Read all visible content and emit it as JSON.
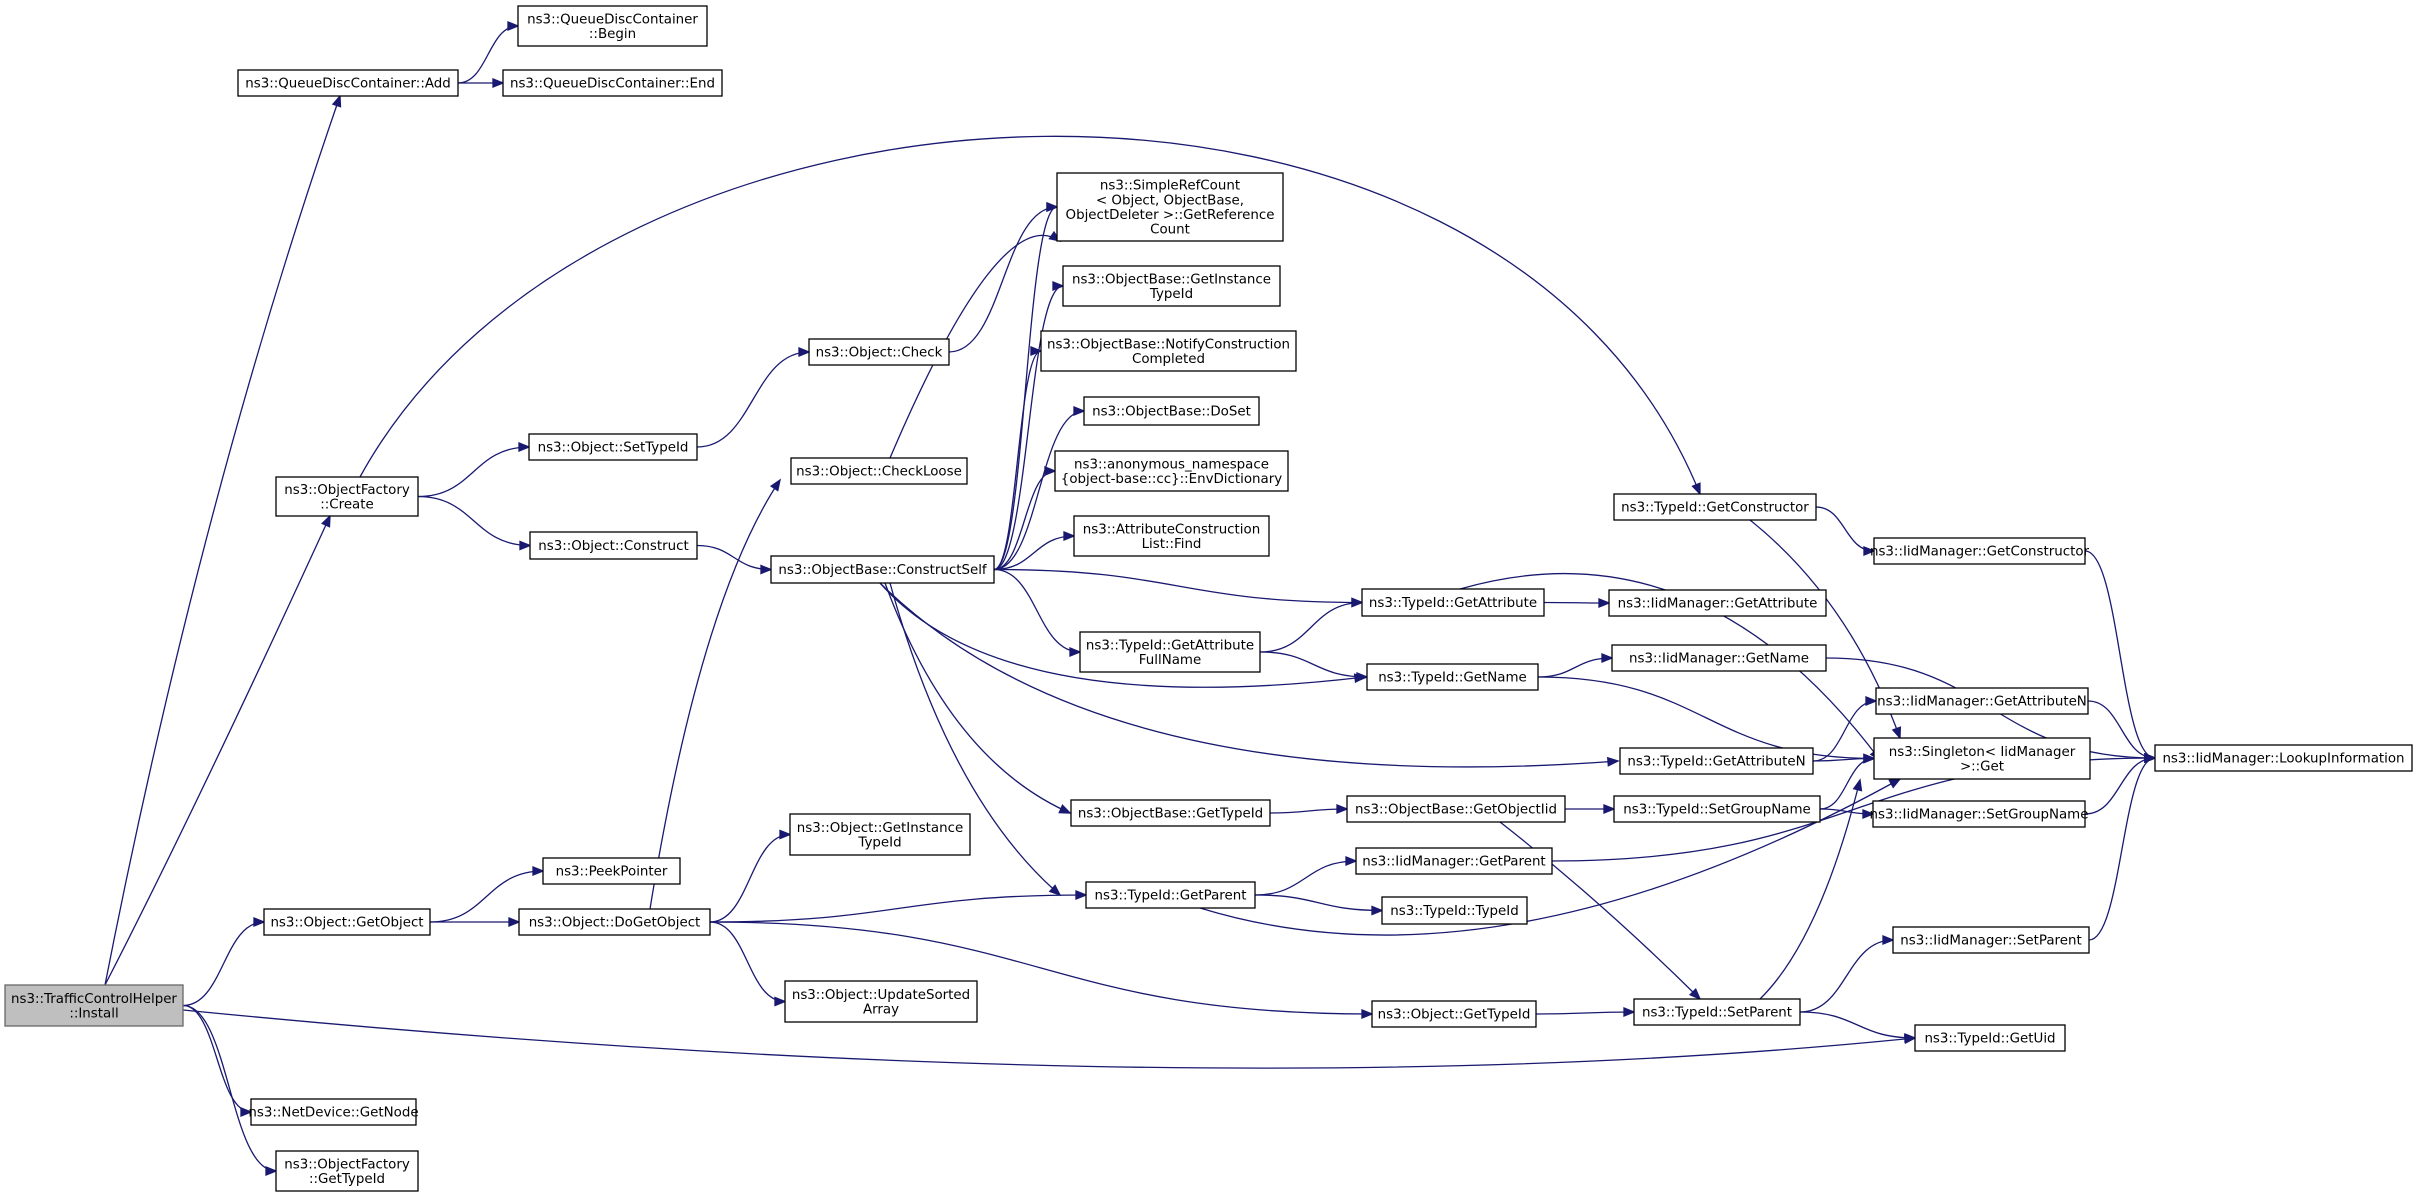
{
  "graph": {
    "nodes": {
      "n0": {
        "label": [
          "ns3::TrafficControlHelper",
          "::Install"
        ],
        "root": true
      },
      "n1": {
        "label": [
          "ns3::QueueDiscContainer::Add"
        ]
      },
      "n2": {
        "label": [
          "ns3::QueueDiscContainer",
          "::Begin"
        ]
      },
      "n3": {
        "label": [
          "ns3::QueueDiscContainer::End"
        ]
      },
      "n4": {
        "label": [
          "ns3::ObjectFactory",
          "::Create"
        ]
      },
      "n5": {
        "label": [
          "ns3::Object::Construct"
        ]
      },
      "n6": {
        "label": [
          "ns3::ObjectBase::ConstructSelf"
        ]
      },
      "n7": {
        "label": [
          "ns3::anonymous_namespace",
          "{object-base::cc}::EnvDictionary"
        ]
      },
      "n8": {
        "label": [
          "ns3::AttributeConstruction",
          "List::Find"
        ]
      },
      "n9": {
        "label": [
          "ns3::ObjectBase::DoSet"
        ]
      },
      "n10": {
        "label": [
          "ns3::ObjectBase::GetInstance",
          "TypeId"
        ]
      },
      "n11": {
        "label": [
          "ns3::ObjectBase::GetTypeId"
        ]
      },
      "n12": {
        "label": [
          "ns3::ObjectBase::GetObjectIid"
        ]
      },
      "n13": {
        "label": [
          "ns3::TypeId::SetGroupName"
        ]
      },
      "n14": {
        "label": [
          "ns3::IidManager::SetGroupName"
        ]
      },
      "n15": {
        "label": [
          "ns3::IidManager::LookupInformation"
        ]
      },
      "n16": {
        "label": [
          "ns3::Singleton< IidManager",
          ">::Get"
        ]
      },
      "n17": {
        "label": [
          "ns3::TypeId::SetParent"
        ]
      },
      "n18": {
        "label": [
          "ns3::TypeId::GetUid"
        ]
      },
      "n19": {
        "label": [
          "ns3::IidManager::SetParent"
        ]
      },
      "n20": {
        "label": [
          "ns3::ObjectBase::NotifyConstruction",
          "Completed"
        ]
      },
      "n21": {
        "label": [
          "ns3::SimpleRefCount",
          "< Object, ObjectBase,",
          "ObjectDeleter >::GetReference",
          "Count"
        ]
      },
      "n22": {
        "label": [
          "ns3::TypeId::GetAttribute"
        ]
      },
      "n23": {
        "label": [
          "ns3::IidManager::GetAttribute"
        ]
      },
      "n24": {
        "label": [
          "ns3::TypeId::GetAttribute",
          "FullName"
        ]
      },
      "n25": {
        "label": [
          "ns3::TypeId::GetName"
        ]
      },
      "n26": {
        "label": [
          "ns3::IidManager::GetName"
        ]
      },
      "n27": {
        "label": [
          "ns3::TypeId::GetAttributeN"
        ]
      },
      "n28": {
        "label": [
          "ns3::IidManager::GetAttributeN"
        ]
      },
      "n29": {
        "label": [
          "ns3::TypeId::GetParent"
        ]
      },
      "n30": {
        "label": [
          "ns3::IidManager::GetParent"
        ]
      },
      "n31": {
        "label": [
          "ns3::TypeId::TypeId"
        ]
      },
      "n32": {
        "label": [
          "ns3::Object::SetTypeId"
        ]
      },
      "n33": {
        "label": [
          "ns3::Object::Check"
        ]
      },
      "n34": {
        "label": [
          "ns3::TypeId::GetConstructor"
        ]
      },
      "n35": {
        "label": [
          "ns3::IidManager::GetConstructor"
        ]
      },
      "n36": {
        "label": [
          "ns3::Object::GetObject"
        ]
      },
      "n37": {
        "label": [
          "ns3::Object::DoGetObject"
        ]
      },
      "n38": {
        "label": [
          "ns3::Object::CheckLoose"
        ]
      },
      "n39": {
        "label": [
          "ns3::Object::GetInstance",
          "TypeId"
        ]
      },
      "n40": {
        "label": [
          "ns3::Object::GetTypeId"
        ]
      },
      "n41": {
        "label": [
          "ns3::Object::UpdateSorted",
          "Array"
        ]
      },
      "n42": {
        "label": [
          "ns3::PeekPointer"
        ]
      },
      "n43": {
        "label": [
          "ns3::NetDevice::GetNode"
        ]
      },
      "n44": {
        "label": [
          "ns3::ObjectFactory",
          "::GetTypeId"
        ]
      }
    },
    "edges": [
      [
        "n0",
        "n1"
      ],
      [
        "n1",
        "n2"
      ],
      [
        "n1",
        "n3"
      ],
      [
        "n0",
        "n4"
      ],
      [
        "n4",
        "n5"
      ],
      [
        "n5",
        "n6"
      ],
      [
        "n6",
        "n7"
      ],
      [
        "n6",
        "n8"
      ],
      [
        "n6",
        "n9"
      ],
      [
        "n6",
        "n10"
      ],
      [
        "n6",
        "n11"
      ],
      [
        "n11",
        "n12"
      ],
      [
        "n12",
        "n13"
      ],
      [
        "n13",
        "n14"
      ],
      [
        "n14",
        "n15"
      ],
      [
        "n13",
        "n16"
      ],
      [
        "n12",
        "n17"
      ],
      [
        "n17",
        "n18"
      ],
      [
        "n17",
        "n19"
      ],
      [
        "n19",
        "n15"
      ],
      [
        "n17",
        "n16"
      ],
      [
        "n6",
        "n20"
      ],
      [
        "n6",
        "n21"
      ],
      [
        "n6",
        "n22"
      ],
      [
        "n22",
        "n23"
      ],
      [
        "n22",
        "n16"
      ],
      [
        "n6",
        "n24"
      ],
      [
        "n24",
        "n22"
      ],
      [
        "n24",
        "n25"
      ],
      [
        "n25",
        "n26"
      ],
      [
        "n26",
        "n15"
      ],
      [
        "n25",
        "n16"
      ],
      [
        "n6",
        "n25"
      ],
      [
        "n6",
        "n27"
      ],
      [
        "n27",
        "n28"
      ],
      [
        "n28",
        "n15"
      ],
      [
        "n27",
        "n16"
      ],
      [
        "n6",
        "n29"
      ],
      [
        "n29",
        "n30"
      ],
      [
        "n30",
        "n15"
      ],
      [
        "n29",
        "n31"
      ],
      [
        "n29",
        "n16"
      ],
      [
        "n4",
        "n32"
      ],
      [
        "n32",
        "n33"
      ],
      [
        "n33",
        "n21"
      ],
      [
        "n4",
        "n34"
      ],
      [
        "n34",
        "n35"
      ],
      [
        "n35",
        "n15"
      ],
      [
        "n34",
        "n16"
      ],
      [
        "n0",
        "n36"
      ],
      [
        "n36",
        "n37"
      ],
      [
        "n37",
        "n38"
      ],
      [
        "n38",
        "n21"
      ],
      [
        "n37",
        "n39"
      ],
      [
        "n37",
        "n40"
      ],
      [
        "n40",
        "n17"
      ],
      [
        "n37",
        "n29"
      ],
      [
        "n37",
        "n41"
      ],
      [
        "n36",
        "n42"
      ],
      [
        "n0",
        "n18"
      ],
      [
        "n0",
        "n43"
      ],
      [
        "n0",
        "n44"
      ]
    ]
  }
}
